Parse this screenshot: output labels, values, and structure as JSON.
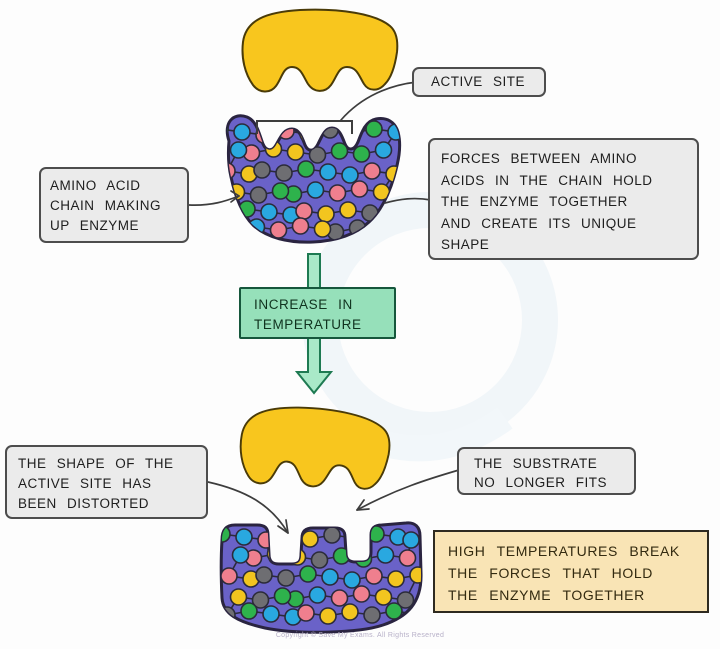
{
  "boxes": {
    "active_site": {
      "lines": [
        "ACTIVE SITE"
      ]
    },
    "amino_acid": {
      "lines": [
        "AMINO ACID",
        "CHAIN MAKING",
        "UP ENZYME"
      ]
    },
    "forces": {
      "lines": [
        "FORCES BETWEEN AMINO",
        "ACIDS IN THE CHAIN HOLD",
        "THE ENZYME TOGETHER",
        "AND CREATE ITS UNIQUE",
        "SHAPE"
      ]
    },
    "increase_temperature": {
      "lines": [
        "INCREASE IN",
        "TEMPERATURE"
      ]
    },
    "shape_distorted": {
      "lines": [
        "THE SHAPE OF THE",
        "ACTIVE SITE HAS",
        "BEEN DISTORTED"
      ]
    },
    "substrate_no_fit": {
      "lines": [
        "THE SUBSTRATE",
        "NO LONGER FITS"
      ]
    },
    "high_temperatures": {
      "lines": [
        "HIGH TEMPERATURES BREAK",
        "THE FORCES THAT HOLD",
        "THE ENZYME TOGETHER"
      ]
    }
  },
  "footer": {
    "copyright": "Copyright © Save My Exams. All Rights Reserved"
  },
  "colors": {
    "enzyme_body": "#6a62c8",
    "enzyme_outline": "#2a2440",
    "substrate_fill": "#f8c61e",
    "substrate_outline": "#4a3b08",
    "label_box_fill": "#ebebeb",
    "label_box_border": "#4d4d4d",
    "temperature_box_fill": "#96e0ba",
    "temperature_arrow_fill": "#a9e9c8",
    "temperature_arrow_outline": "#1e7a52",
    "highlight_box_fill": "#f9e4b5",
    "connector_line": "#3d3d3d",
    "dot_palette": [
      "#2eb24c",
      "#ef7f8e",
      "#6e6e72",
      "#29a8e0",
      "#f2c51f"
    ]
  }
}
